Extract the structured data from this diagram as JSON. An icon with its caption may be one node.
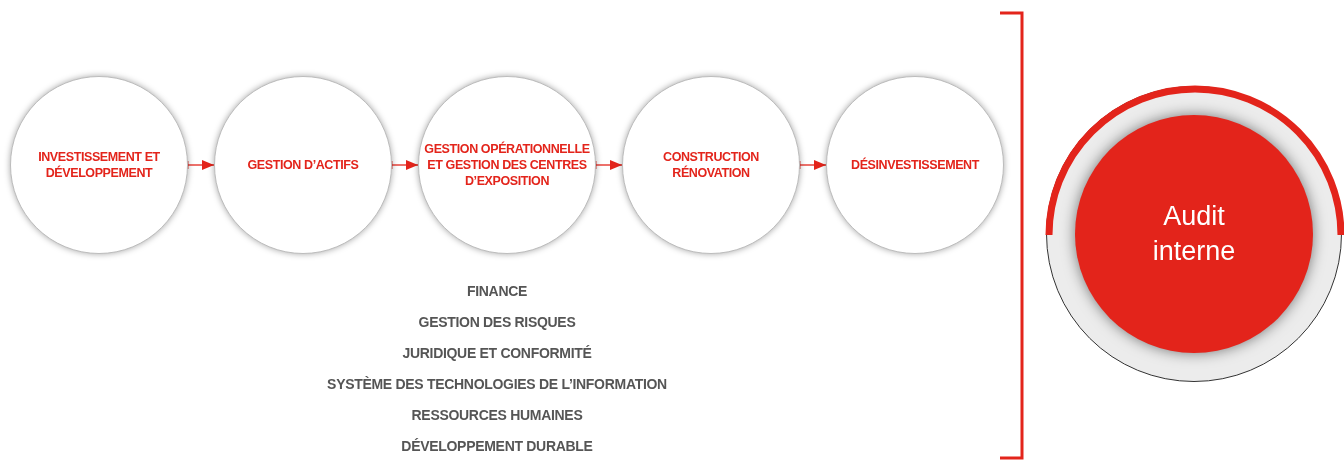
{
  "diagram": {
    "nodes": [
      {
        "text": [
          "INVESTISSEMENT ET DÉVELOPPEMENT"
        ]
      },
      {
        "text": [
          "GESTION D’ACTIFS"
        ]
      },
      {
        "text": [
          "GESTION OPÉRATIONNELLE ET GESTION DES CENTRES D’EXPOSITION"
        ]
      },
      {
        "text": [
          "CONSTRUCTION RÉNOVATION"
        ]
      },
      {
        "text": [
          "DÉSINVESTISSEMENT"
        ]
      },
      {
        "text": [
          "Audit interne"
        ]
      }
    ],
    "edges": [
      {
        "from": 0,
        "to": 1,
        "arrow": "to"
      },
      {
        "from": 1,
        "to": 2,
        "arrow": "to"
      },
      {
        "from": 2,
        "to": 3,
        "arrow": "to"
      },
      {
        "from": 3,
        "to": 4,
        "arrow": "to"
      }
    ],
    "labels": [
      "FINANCE",
      "GESTION DES RISQUES",
      "JURIDIQUE ET CONFORMITÉ",
      "SYSTÈME DES TECHNOLOGIES DE L’INFORMATION",
      "RESSOURCES HUMAINES",
      "DÉVELOPPEMENT DURABLE"
    ]
  }
}
